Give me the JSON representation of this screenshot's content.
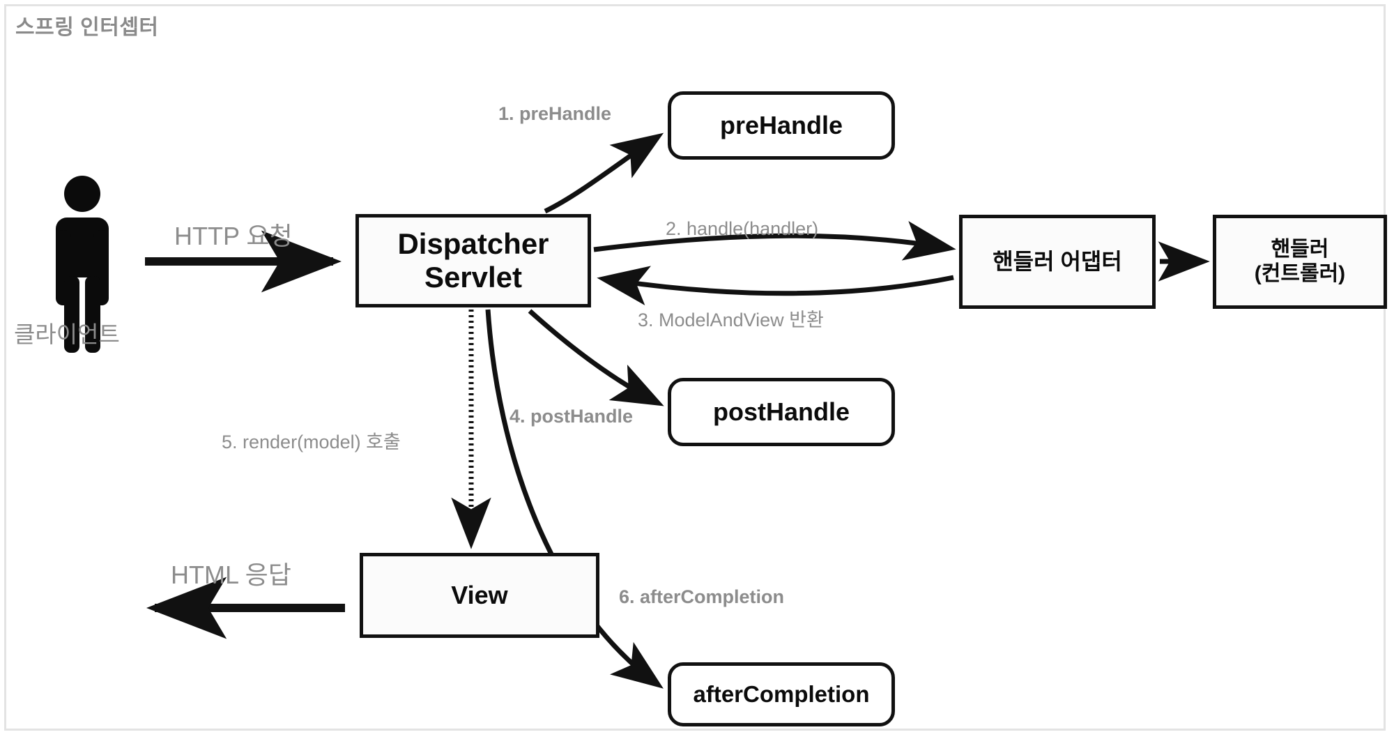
{
  "diagram": {
    "title": "스프링 인터셉터",
    "title_color": "#8a8a8a",
    "border_color": "#e3e3e3",
    "line_color": "#111111",
    "label_color": "#8c8c8c",
    "actor": {
      "icon": "person-icon",
      "caption": "클라이언트"
    },
    "nodes": [
      {
        "id": "dispatcher",
        "label": "Dispatcher\nServlet",
        "shape": "rect"
      },
      {
        "id": "prehandle",
        "label": "preHandle",
        "shape": "rounded"
      },
      {
        "id": "posthandle",
        "label": "postHandle",
        "shape": "rounded"
      },
      {
        "id": "aftercompletion",
        "label": "afterCompletion",
        "shape": "rounded"
      },
      {
        "id": "adapter",
        "label": "핸들러 어댑터",
        "shape": "rect"
      },
      {
        "id": "controller",
        "label": "핸들러\n(컨트롤러)",
        "shape": "rect"
      },
      {
        "id": "view",
        "label": "View",
        "shape": "rect"
      }
    ],
    "edge_labels": {
      "http_request": "HTTP 요청",
      "html_response": "HTML 응답",
      "step1": "1. preHandle",
      "step2": "2. handle(handler)",
      "step3": "3. ModelAndView 반환",
      "step4": "4. postHandle",
      "step5": "5. render(model) 호출",
      "step6": "6. afterCompletion"
    }
  }
}
